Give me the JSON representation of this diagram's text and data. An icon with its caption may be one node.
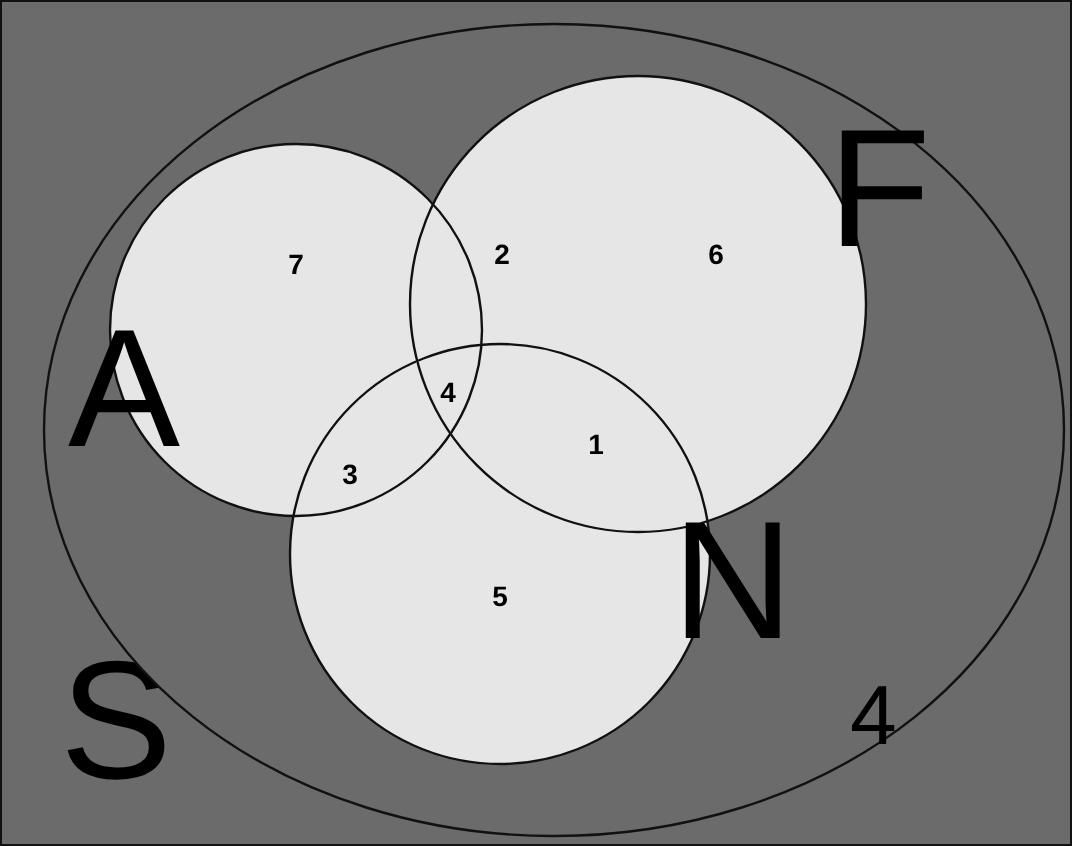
{
  "diagram": {
    "nodes": [
      {
        "text": [
          "S"
        ]
      },
      {
        "text": [
          "4"
        ],
        "in": 0
      },
      {
        "text": [
          "A"
        ],
        "in": 1
      },
      {
        "text": [
          "F"
        ],
        "in": 1
      },
      {
        "text": [
          "N"
        ],
        "in": 1
      }
    ],
    "labels": [
      "7",
      "2",
      "6",
      "4",
      "3",
      "1",
      "5"
    ]
  }
}
